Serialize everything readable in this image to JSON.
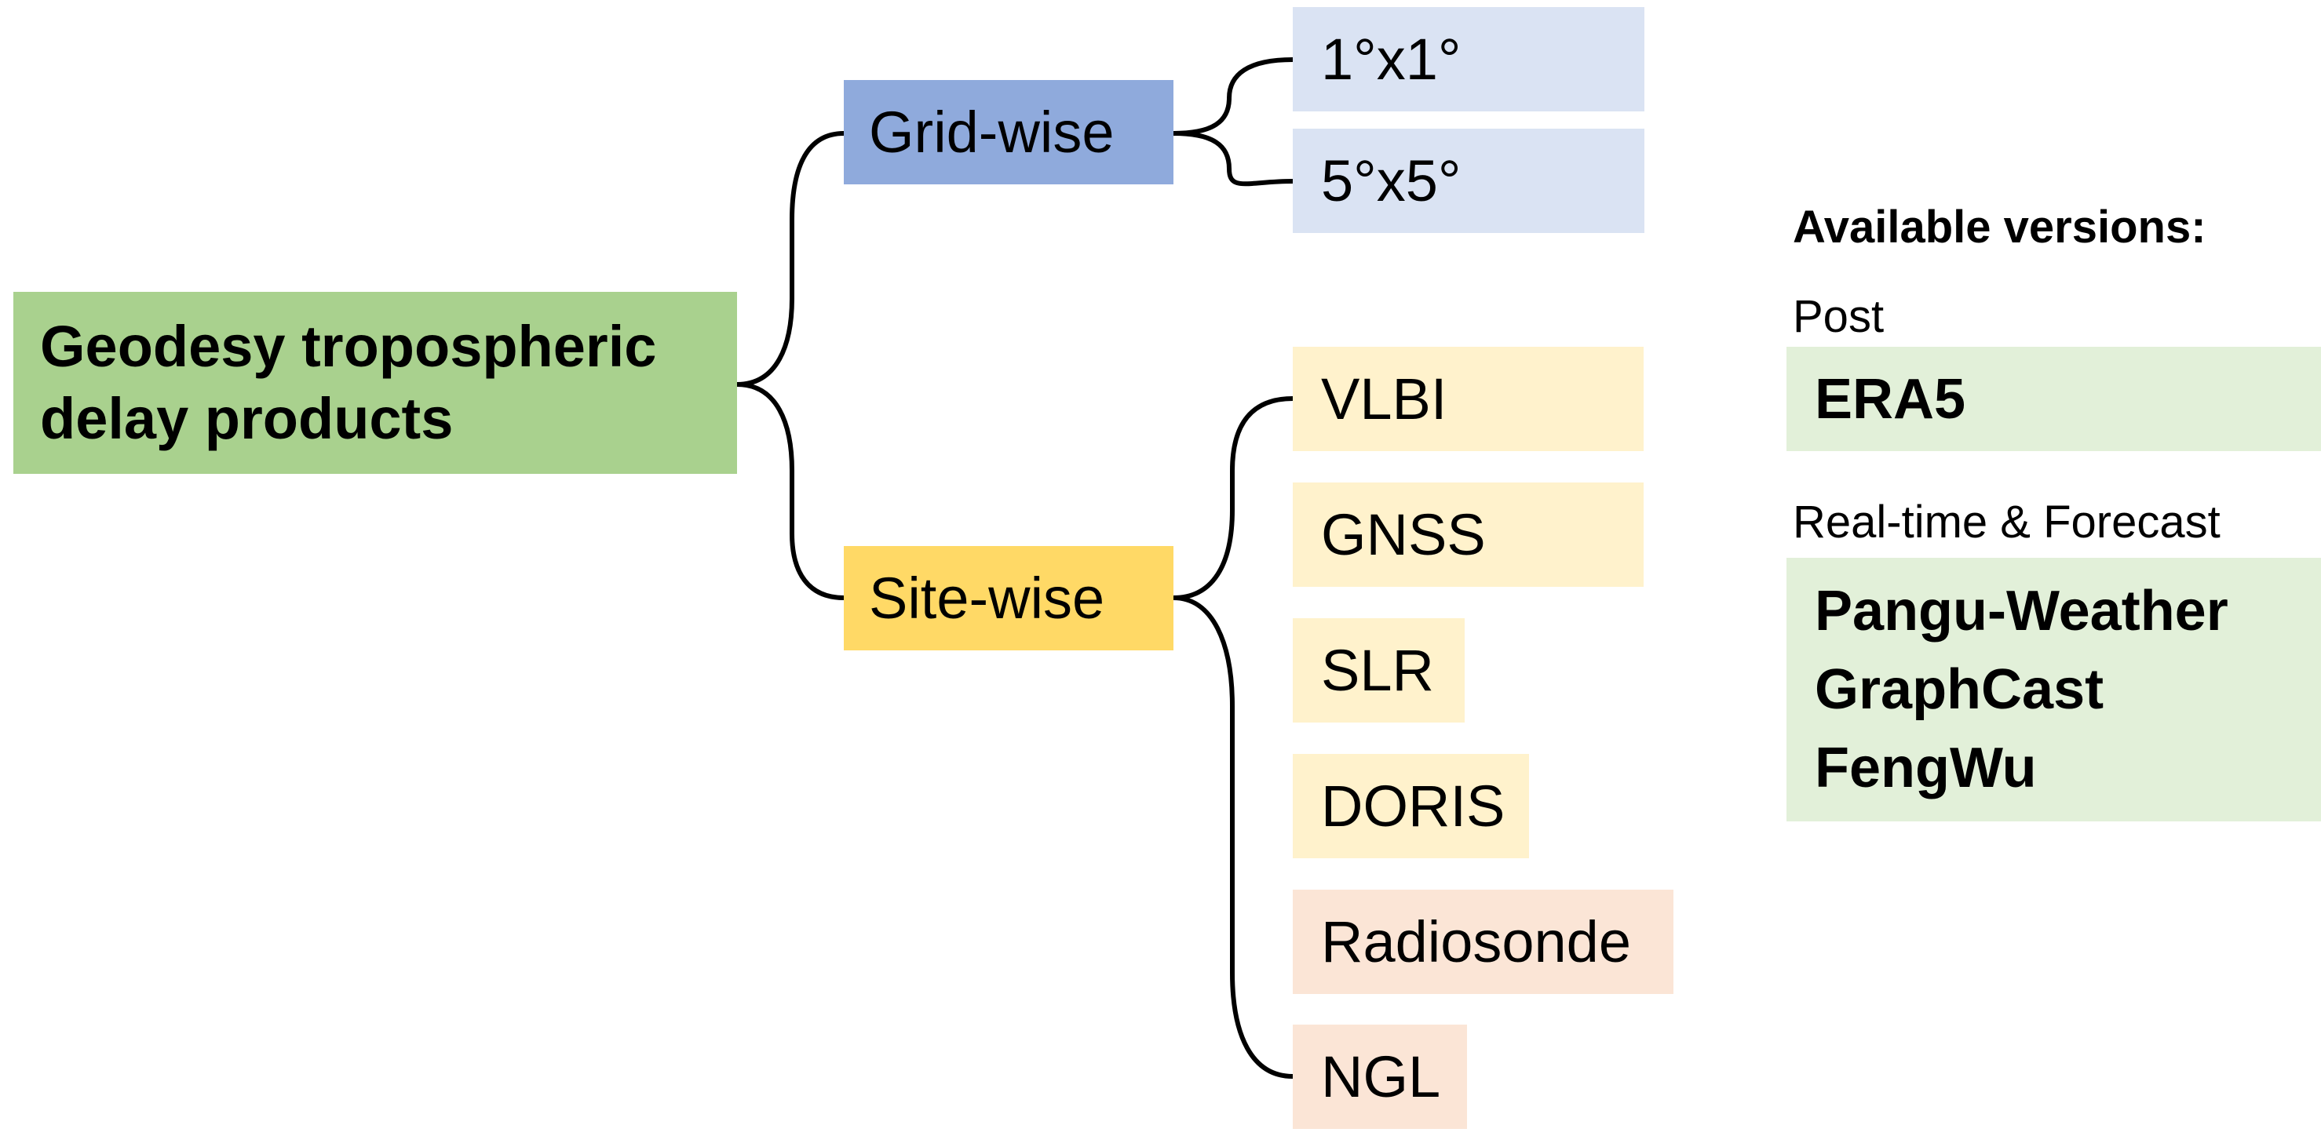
{
  "root": {
    "label": "Geodesy tropospheric delay products",
    "color": "#A9D18E"
  },
  "branches": {
    "grid": {
      "label": "Grid-wise",
      "color": "#8FAADC",
      "children": [
        {
          "label": "1°x1°",
          "color": "#DAE3F3"
        },
        {
          "label": "5°x5°",
          "color": "#DAE3F3"
        }
      ]
    },
    "site": {
      "label": "Site-wise",
      "color": "#FFD966",
      "children": [
        {
          "label": "VLBI",
          "color": "#FFF2CC"
        },
        {
          "label": "GNSS",
          "color": "#FFF2CC"
        },
        {
          "label": "SLR",
          "color": "#FFF2CC"
        },
        {
          "label": "DORIS",
          "color": "#FFF2CC"
        },
        {
          "label": "Radiosonde",
          "color": "#FBE5D6"
        },
        {
          "label": "NGL",
          "color": "#FBE5D6"
        }
      ]
    }
  },
  "versions": {
    "title": "Available versions:",
    "post": {
      "label": "Post",
      "items": [
        "ERA5"
      ]
    },
    "realtime": {
      "label": "Real-time & Forecast",
      "items": [
        "Pangu-Weather",
        "GraphCast",
        "FengWu"
      ]
    },
    "box_color": "#E2F0D9"
  }
}
